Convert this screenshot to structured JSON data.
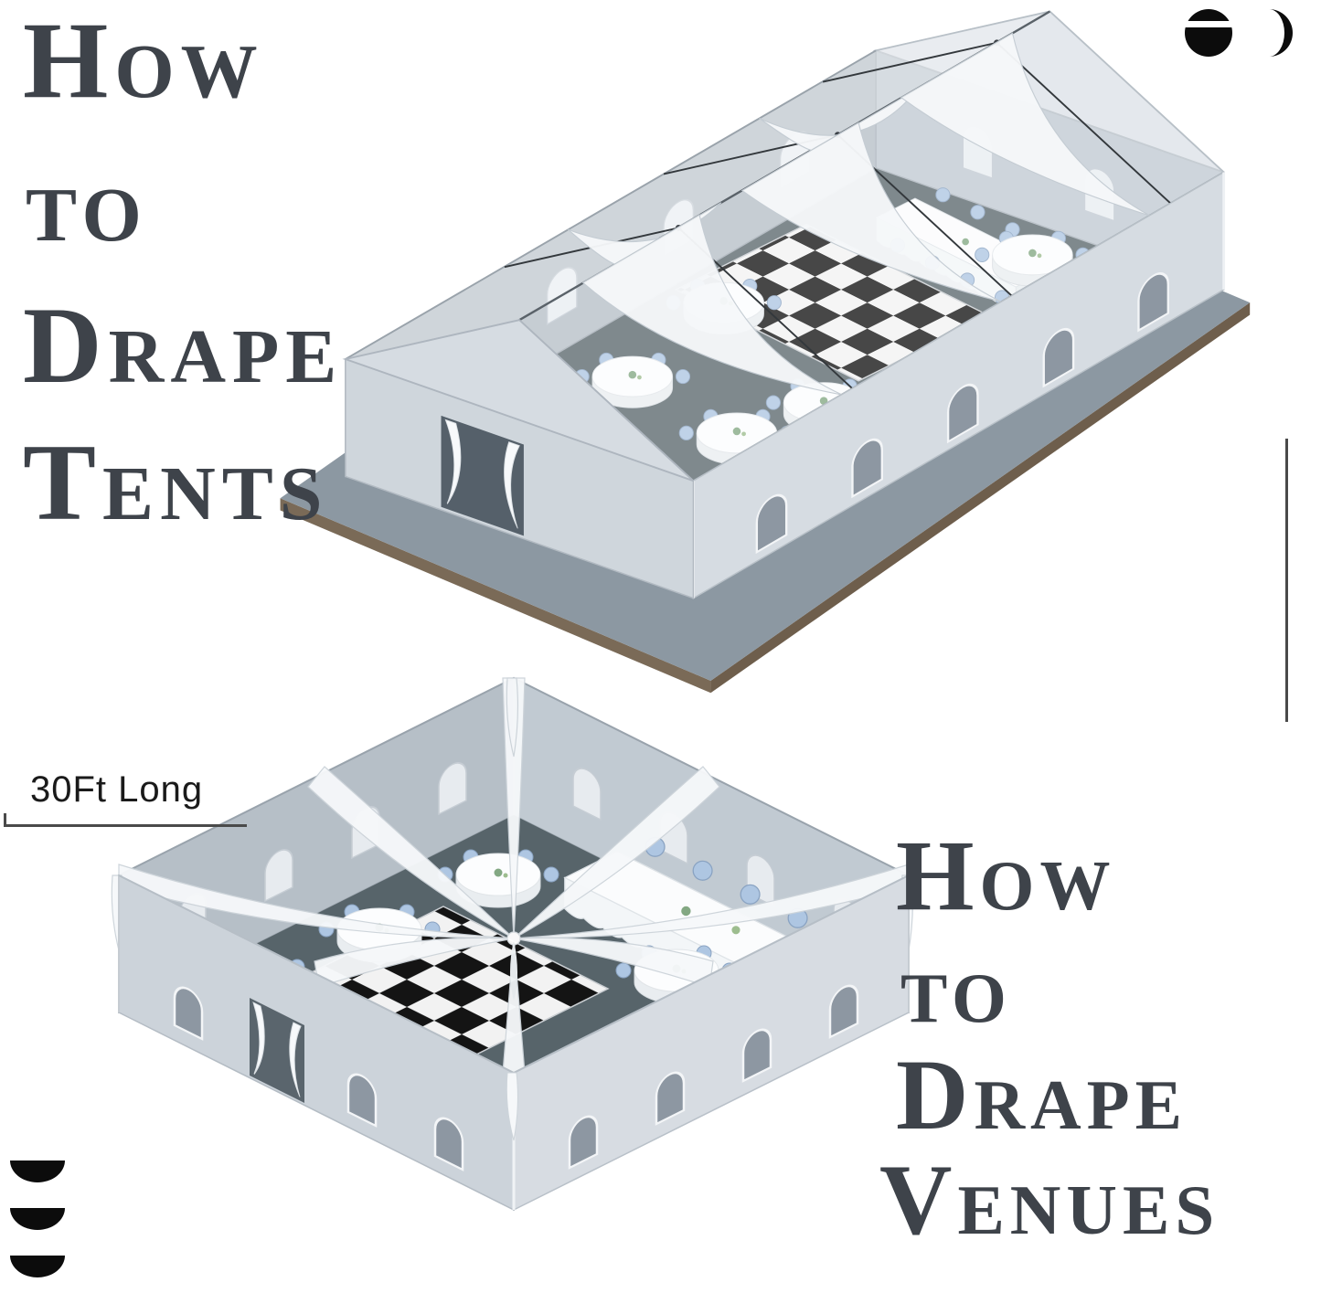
{
  "titles": {
    "top_left": {
      "lines": [
        "How",
        "to",
        "Drape",
        "Tents"
      ]
    },
    "bottom_right": {
      "lines": [
        "How",
        "to",
        "Drape",
        "Venues"
      ]
    }
  },
  "measurements": {
    "drape_length_label": "30Ft Long"
  },
  "icons": {
    "top_right": "double-crescent-mark",
    "bottom_left": "triple-half-disc-mark"
  },
  "scene": {
    "top_illustration": "draped-frame-tent",
    "bottom_illustration": "draped-open-venue"
  },
  "colors": {
    "title_text": "#3e434a",
    "label_text": "#1a1a1a",
    "measure_line": "#4a4a4a",
    "icon": "#0c0c0c",
    "wall_light": "#ccd3da",
    "wall_far": "#b6bfc7",
    "floor": "#5b686d",
    "platform": "#8c98a2",
    "platform_rim": "#7a6a57",
    "drape": "#f6f8fa",
    "chair": "#aec6e2",
    "checker_dark": "#141414",
    "checker_light": "#f2f2f2"
  }
}
